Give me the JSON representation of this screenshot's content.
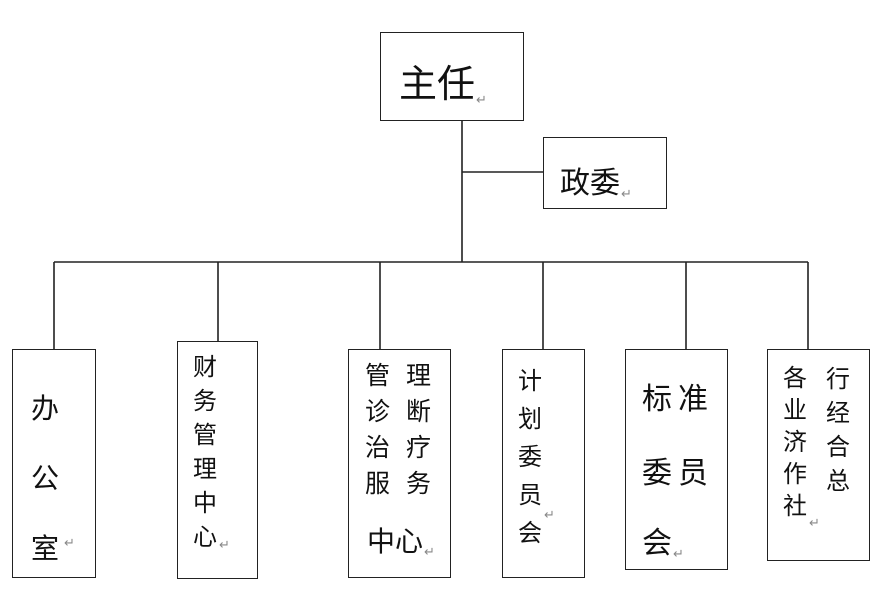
{
  "nodes": {
    "director": "主任",
    "commissar": "政委",
    "office": "办公室",
    "finance": "财务管理中心",
    "clinic_right": "理断疗务",
    "clinic_left": "管诊治服",
    "clinic_bottom": "中心",
    "planning": "计划委员会",
    "standards_row1": "标准",
    "standards_row2": "委员",
    "standards_row3": "会",
    "coop_right": "行经合总",
    "coop_left": "各业济作社"
  },
  "paragraph_mark": "↵"
}
